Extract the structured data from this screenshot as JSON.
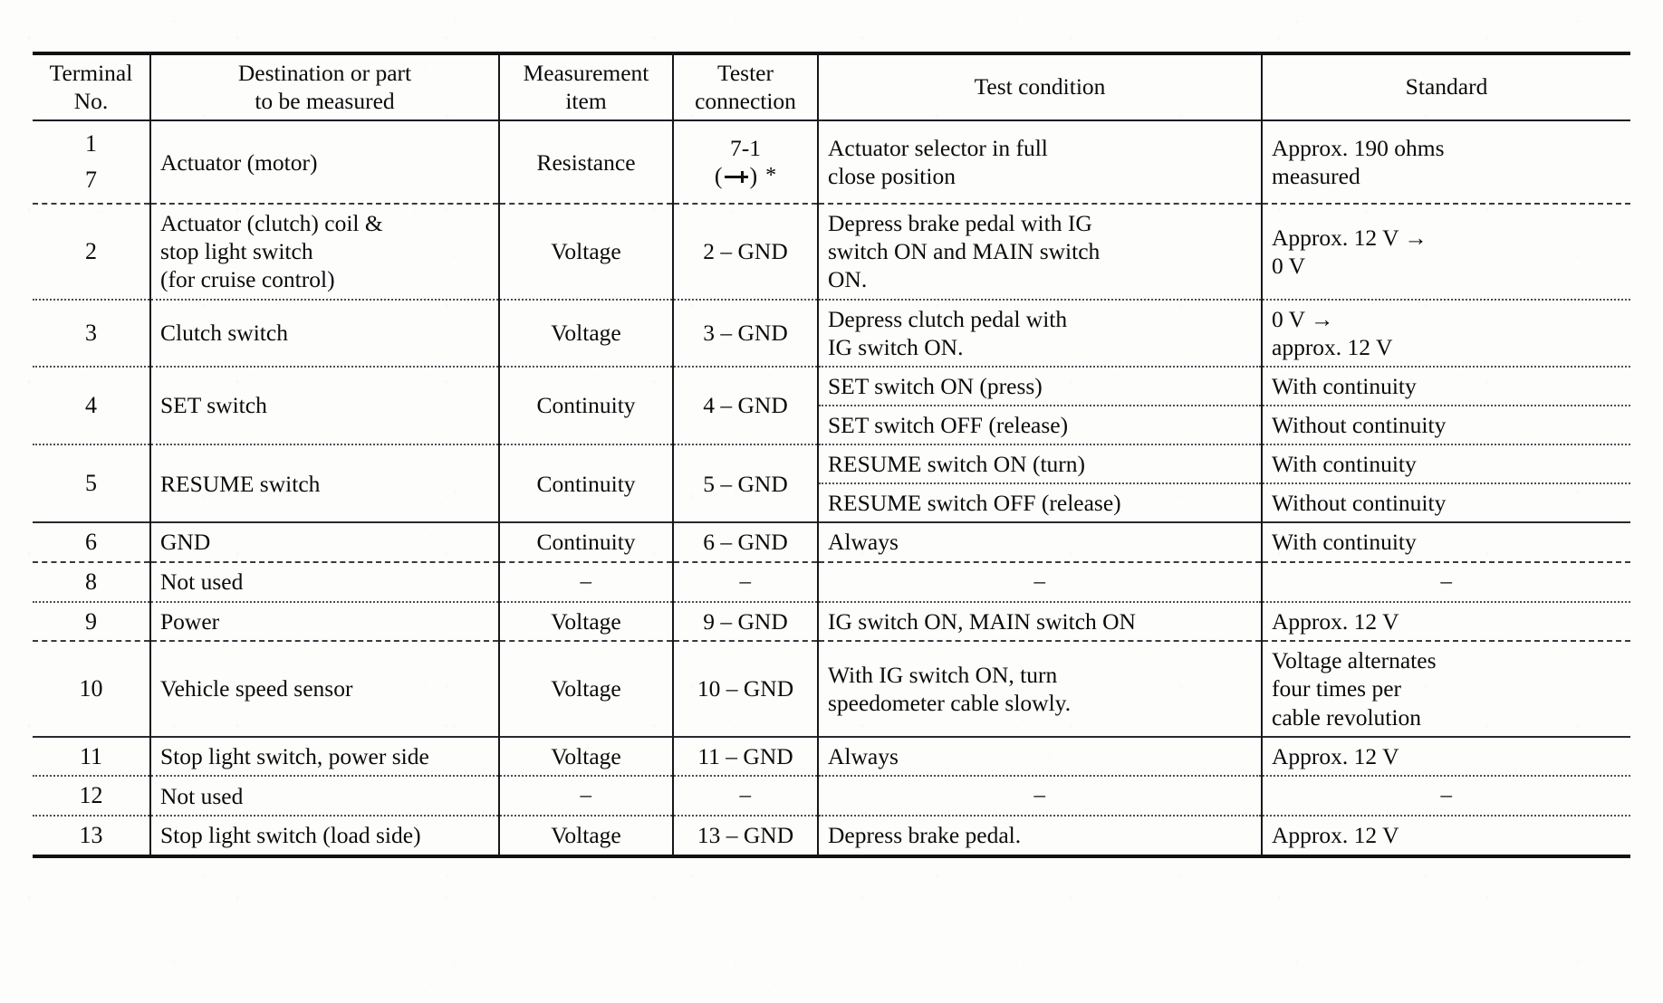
{
  "document": {
    "type": "service-manual-spec-table",
    "title": "Terminal measurement specification table"
  },
  "table": {
    "columns": [
      {
        "id": "terminal",
        "header_line1": "Terminal",
        "header_line2": "No."
      },
      {
        "id": "destination",
        "header_line1": "Destination or part",
        "header_line2": "to be measured"
      },
      {
        "id": "measurement",
        "header_line1": "Measurement",
        "header_line2": "item"
      },
      {
        "id": "tester",
        "header_line1": "Tester",
        "header_line2": "connection"
      },
      {
        "id": "condition",
        "header_line1": "Test condition",
        "header_line2": ""
      },
      {
        "id": "standard",
        "header_line1": "Standard",
        "header_line2": ""
      }
    ],
    "rows": [
      {
        "terminal_top": "1",
        "terminal_bottom": "7",
        "destination": "Actuator (motor)",
        "measurement": "Resistance",
        "tester_line1": "7-1",
        "tester_line2": "(−+) *",
        "tester_has_polarity_symbol": true,
        "condition_line1": "Actuator selector in full",
        "condition_line2": "close position",
        "standard_line1": "Approx. 190 ohms",
        "standard_line2": "measured"
      },
      {
        "terminal": "2",
        "destination_line1": "Actuator (clutch) coil &",
        "destination_line2": "stop light switch",
        "destination_line3": "(for cruise control)",
        "measurement": "Voltage",
        "tester": "2 – GND",
        "condition_line1": "Depress brake pedal with IG",
        "condition_line2": "switch ON and MAIN switch",
        "condition_line3": "ON.",
        "standard_line1": "Approx. 12 V →",
        "standard_line2": "0 V"
      },
      {
        "terminal": "3",
        "destination": "Clutch switch",
        "measurement": "Voltage",
        "tester": "3 – GND",
        "condition_line1": "Depress clutch pedal with",
        "condition_line2": "IG switch ON.",
        "standard_line1": "0 V →",
        "standard_line2": "approx. 12 V"
      },
      {
        "terminal": "4",
        "destination": "SET switch",
        "measurement": "Continuity",
        "tester": "4 – GND",
        "sub_rows": [
          {
            "condition": "SET switch ON (press)",
            "standard": "With continuity"
          },
          {
            "condition": "SET switch OFF (release)",
            "standard": "Without continuity"
          }
        ]
      },
      {
        "terminal": "5",
        "destination": "RESUME switch",
        "measurement": "Continuity",
        "tester": "5 – GND",
        "sub_rows": [
          {
            "condition": "RESUME switch ON (turn)",
            "standard": "With continuity"
          },
          {
            "condition": "RESUME switch OFF (release)",
            "standard": "Without continuity"
          }
        ]
      },
      {
        "terminal": "6",
        "destination": "GND",
        "measurement": "Continuity",
        "tester": "6 – GND",
        "condition": "Always",
        "standard": "With continuity"
      },
      {
        "terminal": "8",
        "destination": "Not used",
        "measurement": "–",
        "tester": "–",
        "condition": "–",
        "standard": "–"
      },
      {
        "terminal": "9",
        "destination": "Power",
        "measurement": "Voltage",
        "tester": "9 – GND",
        "condition": "IG switch ON, MAIN switch ON",
        "standard": "Approx. 12 V"
      },
      {
        "terminal": "10",
        "destination": "Vehicle speed sensor",
        "measurement": "Voltage",
        "tester": "10 – GND",
        "condition_line1": "With IG switch ON, turn",
        "condition_line2": "speedometer cable slowly.",
        "standard_line1": "Voltage alternates",
        "standard_line2": "four times per",
        "standard_line3": "cable revolution"
      },
      {
        "terminal": "11",
        "destination": "Stop light switch, power side",
        "measurement": "Voltage",
        "tester": "11 – GND",
        "condition": "Always",
        "standard": "Approx. 12 V"
      },
      {
        "terminal": "12",
        "destination": "Not used",
        "measurement": "–",
        "tester": "–",
        "condition": "–",
        "standard": "–"
      },
      {
        "terminal": "13",
        "destination": "Stop light switch (load side)",
        "measurement": "Voltage",
        "tester": "13 – GND",
        "condition": "Depress brake pedal.",
        "standard": "Approx. 12 V"
      }
    ]
  }
}
